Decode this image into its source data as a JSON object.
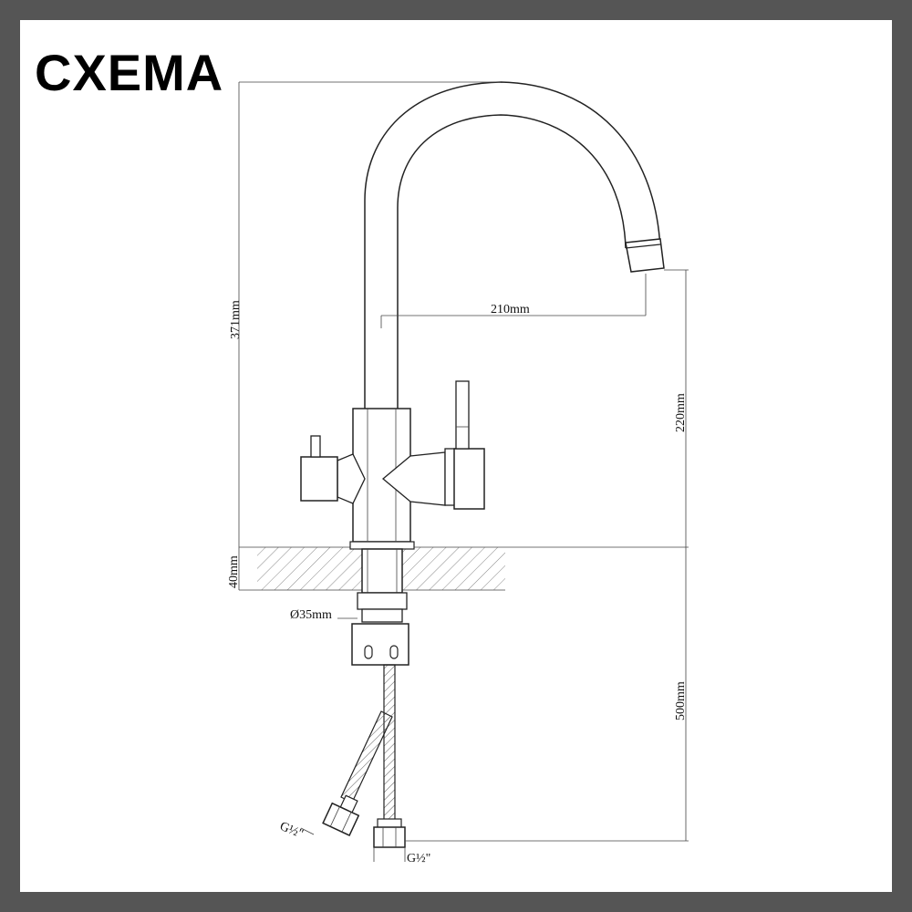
{
  "brand": {
    "name": "CXEMA"
  },
  "dimensions": {
    "total_height": "371mm",
    "spout_reach": "210mm",
    "spout_height": "220mm",
    "mount_thickness": "40mm",
    "hole_diameter": "Ø35mm",
    "hose_length": "500mm",
    "thread_left": "G½\"",
    "thread_right": "G½\""
  },
  "colors": {
    "background": "#555555",
    "paper": "#ffffff",
    "line": "#222222"
  }
}
